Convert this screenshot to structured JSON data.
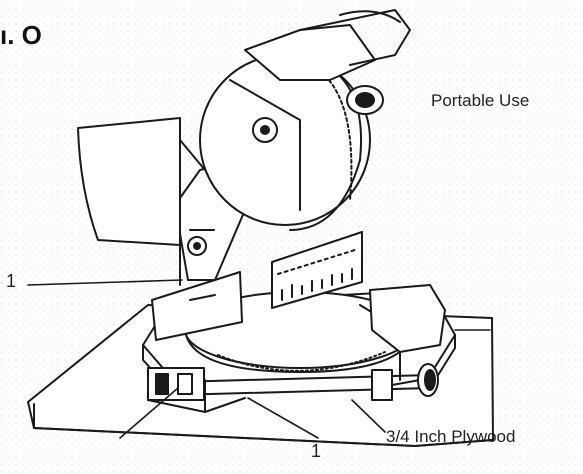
{
  "figure": {
    "fig_label": "ı. O",
    "portable_use_label": "Portable Use",
    "plywood_label": "3/4 Inch Plywood",
    "callout_left": "1",
    "callout_bottom": "1"
  },
  "colors": {
    "ink": "#1a1a1a",
    "paper": "#ffffff",
    "speckle": "#c8c8c8"
  }
}
